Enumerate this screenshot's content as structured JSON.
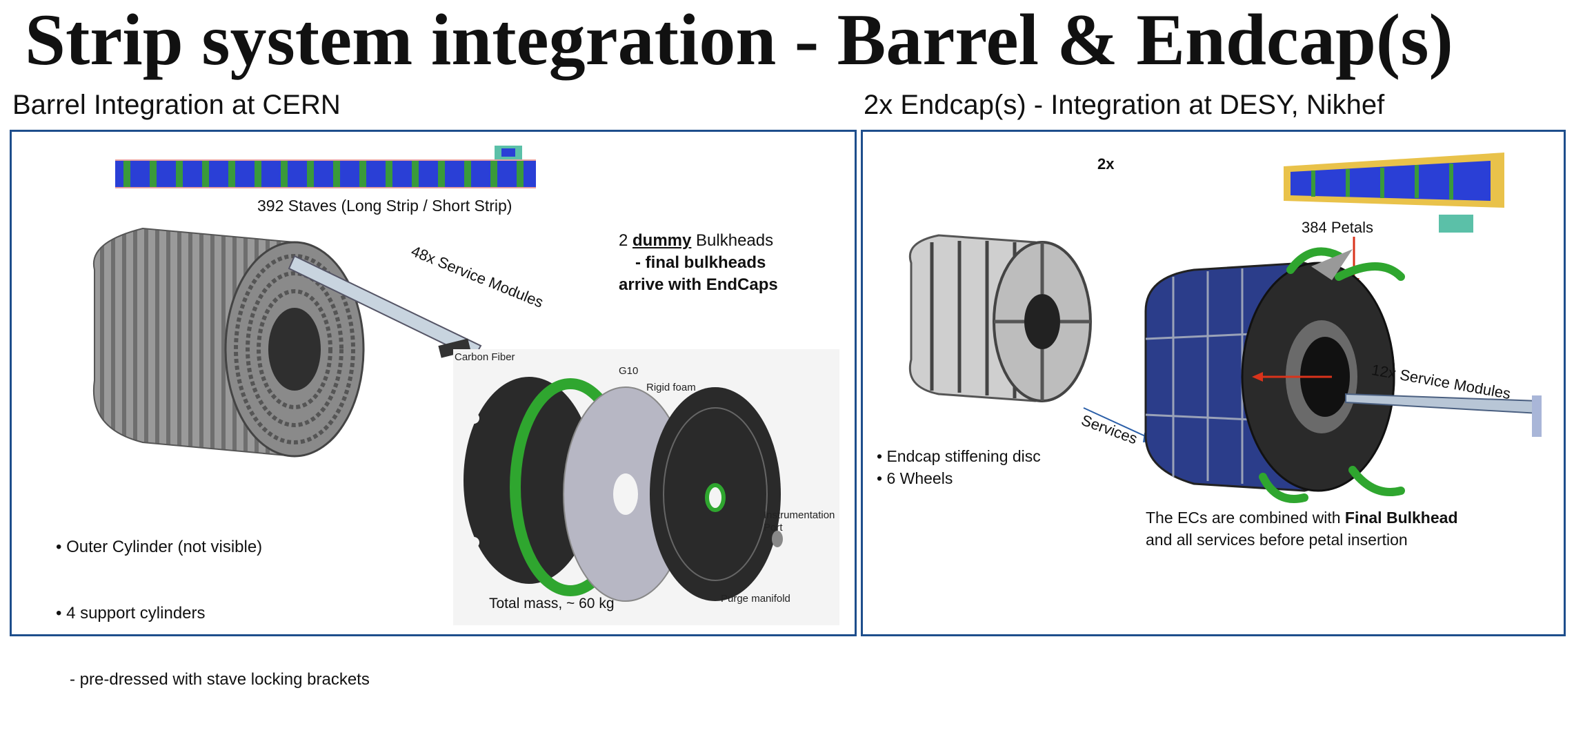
{
  "title": "Strip system integration - Barrel & Endcap(s)",
  "left": {
    "heading": "Barrel Integration at CERN",
    "staves_label": "392 Staves (Long Strip / Short Strip)",
    "service_modules_label": "48x Service Modules",
    "bulkheads_line1_prefix": "2 ",
    "bulkheads_line1_underlined": "dummy",
    "bulkheads_line1_suffix": " Bulkheads",
    "bulkheads_line2": "- final bulkheads",
    "bulkheads_line3": "arrive with EndCaps",
    "bullets": [
      "• Outer Cylinder (not visible)",
      "• 4 support cylinders",
      "   - pre-dressed with stave locking brackets"
    ],
    "bulkhead_labels": {
      "carbon_fiber": "Carbon Fiber",
      "g10": "G10",
      "rigid_foam": "Rigid foam",
      "instrumentation_port": "Instrumentation\nPort",
      "total_mass": "Total mass, ~ 60 kg",
      "purge_manifold": "Purge manifold"
    }
  },
  "right": {
    "heading": "2x Endcap(s) - Integration at DESY, Nikhef",
    "twox_label": "2x",
    "petals_label": "384 Petals",
    "service_modules_label": "12x Service Modules",
    "services_label": "Services",
    "bullets": [
      "• Endcap stiffening disc",
      "• 6 Wheels"
    ],
    "note_line1_prefix": "The ECs are combined with ",
    "note_line1_bold": "Final Bulkhead",
    "note_line2": "and all services before petal insertion"
  },
  "colors": {
    "panel_border": "#1e4e8c",
    "stave_blue": "#2a3fd6",
    "stave_green": "#3a9a3a",
    "frame_yellow": "#e9c24a",
    "ring_green": "#2fa62f",
    "arrow_red": "#d9331b",
    "arrow_blue": "#2b5fa8"
  }
}
